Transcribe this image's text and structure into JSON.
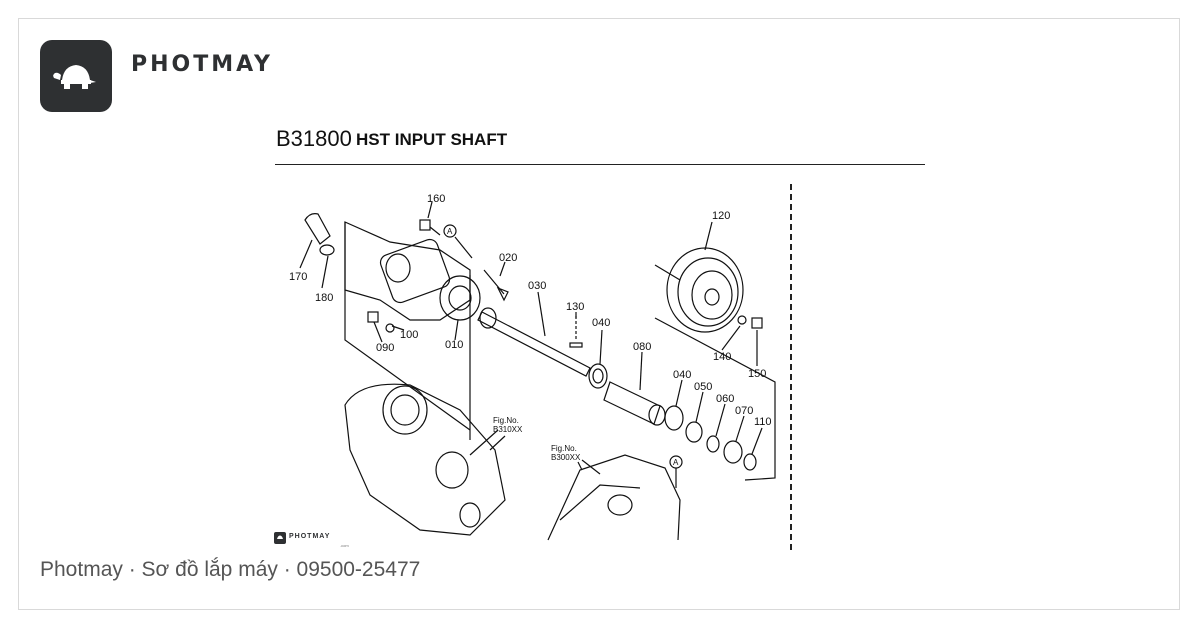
{
  "brand": {
    "name": "PHOTMAY"
  },
  "diagram": {
    "code": "B31800",
    "title": "HST INPUT SHAFT",
    "parts": [
      "160",
      "020",
      "120",
      "170",
      "180",
      "030",
      "130",
      "040",
      "100",
      "090",
      "010",
      "080",
      "040",
      "050",
      "060",
      "070",
      "110",
      "140",
      "150"
    ],
    "callouts": {
      "a1": "A",
      "a2": "A"
    },
    "fig_refs": [
      {
        "label": "Fig.No.",
        "code": "B310XX"
      },
      {
        "label": "Fig.No.",
        "code": "B300XX"
      }
    ],
    "watermark": {
      "brand": "PHOTMAY",
      "sub": ".com"
    }
  },
  "footer": {
    "text": "Photmay · Sơ đồ lắp máy · 09500-25477"
  },
  "colors": {
    "logo_bg": "#2e3032",
    "text": "#111111",
    "footer_text": "#555555",
    "border": "#d9d9d9"
  },
  "icons": {
    "logo": "turtle-icon"
  }
}
